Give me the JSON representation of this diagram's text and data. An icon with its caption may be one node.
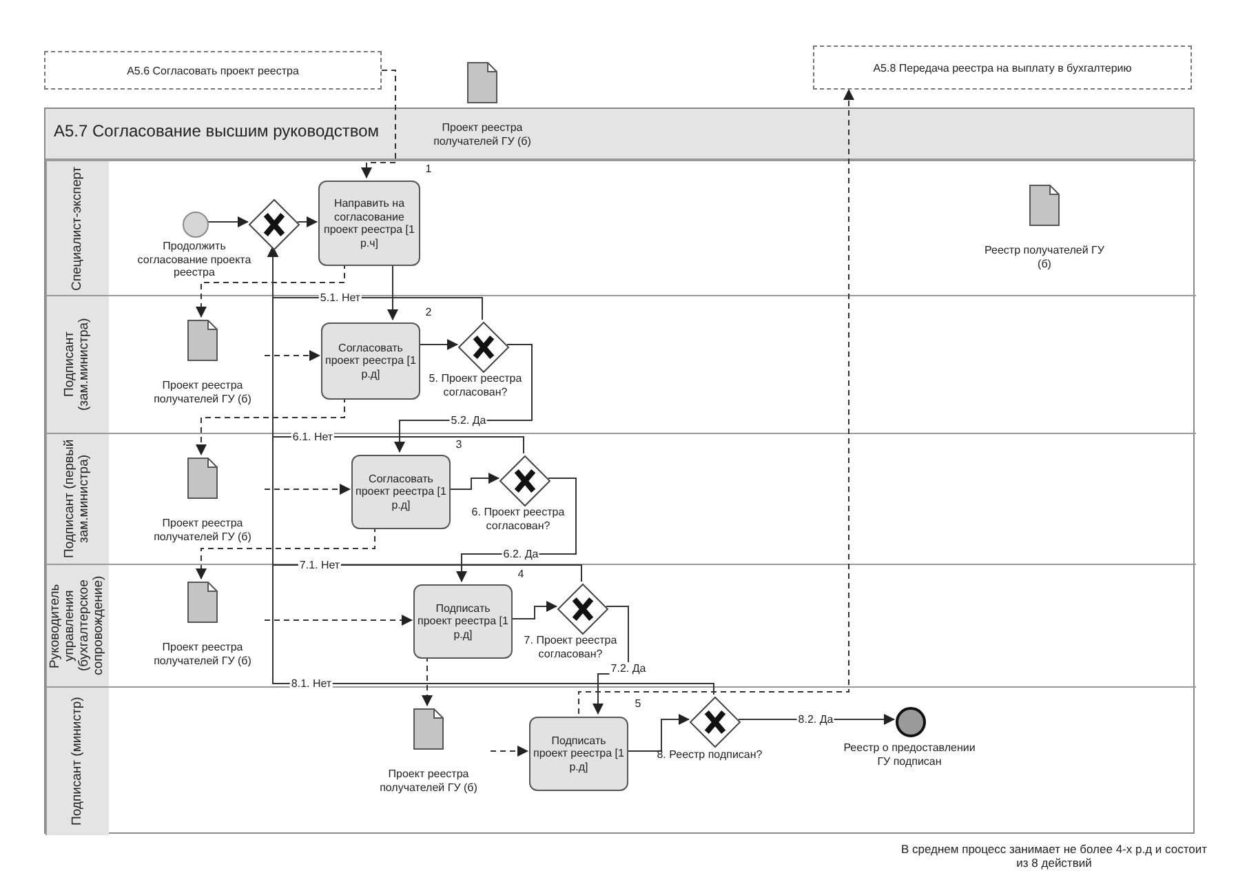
{
  "diagram": {
    "nodes": [
      {
        "text": [
          "A5.6 Согласовать проект реестра"
        ]
      },
      {
        "text": [
          "A5.8 Передача реестра на выплату в бухгалтерию"
        ]
      },
      {
        "text": [
          "A5.7 Согласование высшим руководством"
        ]
      },
      {
        "text": [
          "Проект реестра получателей ГУ (б)"
        ]
      },
      {
        "text": [
          "Специалист-эксперт"
        ],
        "in": 2
      },
      {
        "text": [],
        "shape": "circle",
        "beside": [
          "Продолжить согласование проекта реестра"
        ],
        "in": 4
      },
      {
        "text": [],
        "shape": "diamond",
        "in": 4
      },
      {
        "text": [
          "Направить на согласование проект реестра [1 р.ч]"
        ],
        "beside": [
          "1"
        ],
        "in": 4
      },
      {
        "text": [
          "Реестр получателей ГУ (б)"
        ],
        "in": 4
      },
      {
        "text": [
          "Подписант (зам.министра)"
        ],
        "in": 2
      },
      {
        "text": [
          "Проект реестра получателей ГУ (б)"
        ],
        "in": 9
      },
      {
        "text": [
          "Согласовать проект реестра [1 р.д]"
        ],
        "beside": [
          "2"
        ],
        "in": 9
      },
      {
        "text": [],
        "shape": "diamond",
        "beside": [
          "5. Проект реестра согласован?"
        ],
        "in": 9
      },
      {
        "text": [
          "Подписант (первый зам.министра)"
        ],
        "in": 2
      },
      {
        "text": [
          "Проект реестра получателей ГУ (б)"
        ],
        "in": 13
      },
      {
        "text": [
          "Согласовать проект реестра [1 р.д]"
        ],
        "beside": [
          "3"
        ],
        "in": 13
      },
      {
        "text": [],
        "shape": "diamond",
        "beside": [
          "6. Проект реестра согласован?"
        ],
        "in": 13
      },
      {
        "text": [
          "Руководитель управления (бухгалтерское сопровождение)"
        ],
        "in": 2
      },
      {
        "text": [
          "Проект реестра получателей ГУ (б)"
        ],
        "in": 17
      },
      {
        "text": [
          "Подписать проект реестра [1 р.д]"
        ],
        "beside": [
          "4"
        ],
        "in": 17
      },
      {
        "text": [],
        "shape": "diamond",
        "beside": [
          "7. Проект реестра согласован?"
        ],
        "in": 17
      },
      {
        "text": [
          "Подписант (министр)"
        ],
        "in": 2
      },
      {
        "text": [
          "Проект реестра получателей ГУ (б)"
        ],
        "in": 21
      },
      {
        "text": [
          "Подписать проект реестра [1 р.д]"
        ],
        "beside": [
          "5"
        ],
        "in": 21
      },
      {
        "text": [],
        "shape": "diamond",
        "beside": [
          "8. Реестр подписан?"
        ],
        "in": 21
      },
      {
        "text": [],
        "shape": "circle",
        "beside": [
          "Реестр о предоставлении ГУ подписан"
        ],
        "in": 21
      }
    ],
    "edges": [
      {
        "from": 0,
        "to": 7,
        "arrow": "to",
        "style": "dashed"
      },
      {
        "from": 5,
        "to": 6,
        "arrow": "to"
      },
      {
        "from": 6,
        "to": 7,
        "arrow": "to"
      },
      {
        "from": 7,
        "to": 10,
        "arrow": "to",
        "style": "dashed"
      },
      {
        "from": 7,
        "to": 11,
        "arrow": "to"
      },
      {
        "from": 10,
        "to": 11,
        "arrow": "to",
        "style": "dashed"
      },
      {
        "from": 11,
        "to": 12,
        "arrow": "to"
      },
      {
        "from": 11,
        "to": 14,
        "arrow": "to",
        "style": "dashed"
      },
      {
        "from": 12,
        "to": 6,
        "arrow": "to",
        "label": "5.1. Нет"
      },
      {
        "from": 12,
        "to": 15,
        "arrow": "to",
        "label": "5.2. Да"
      },
      {
        "from": 14,
        "to": 15,
        "arrow": "to",
        "style": "dashed"
      },
      {
        "from": 15,
        "to": 16,
        "arrow": "to"
      },
      {
        "from": 15,
        "to": 18,
        "arrow": "to",
        "style": "dashed"
      },
      {
        "from": 16,
        "to": 6,
        "arrow": "to",
        "label": "6.1. Нет"
      },
      {
        "from": 16,
        "to": 19,
        "arrow": "to",
        "label": "6.2. Да"
      },
      {
        "from": 18,
        "to": 19,
        "arrow": "to",
        "style": "dashed"
      },
      {
        "from": 19,
        "to": 20,
        "arrow": "to"
      },
      {
        "from": 19,
        "to": 22,
        "arrow": "to",
        "style": "dashed"
      },
      {
        "from": 20,
        "to": 6,
        "arrow": "to",
        "label": "7.1. Нет"
      },
      {
        "from": 20,
        "to": 23,
        "arrow": "to",
        "label": "7.2. Да"
      },
      {
        "from": 22,
        "to": 23,
        "arrow": "to",
        "style": "dashed"
      },
      {
        "from": 23,
        "to": 24,
        "arrow": "to"
      },
      {
        "from": 24,
        "to": 6,
        "arrow": "to",
        "label": "8.1. Нет"
      },
      {
        "from": 24,
        "to": 25,
        "arrow": "to",
        "label": "8.2. Да"
      },
      {
        "from": 23,
        "to": 1,
        "arrow": "to",
        "style": "dashed"
      }
    ],
    "labels": [
      "В среднем процесс занимает не более 4-х р.д и состоит из 8 действий"
    ]
  }
}
